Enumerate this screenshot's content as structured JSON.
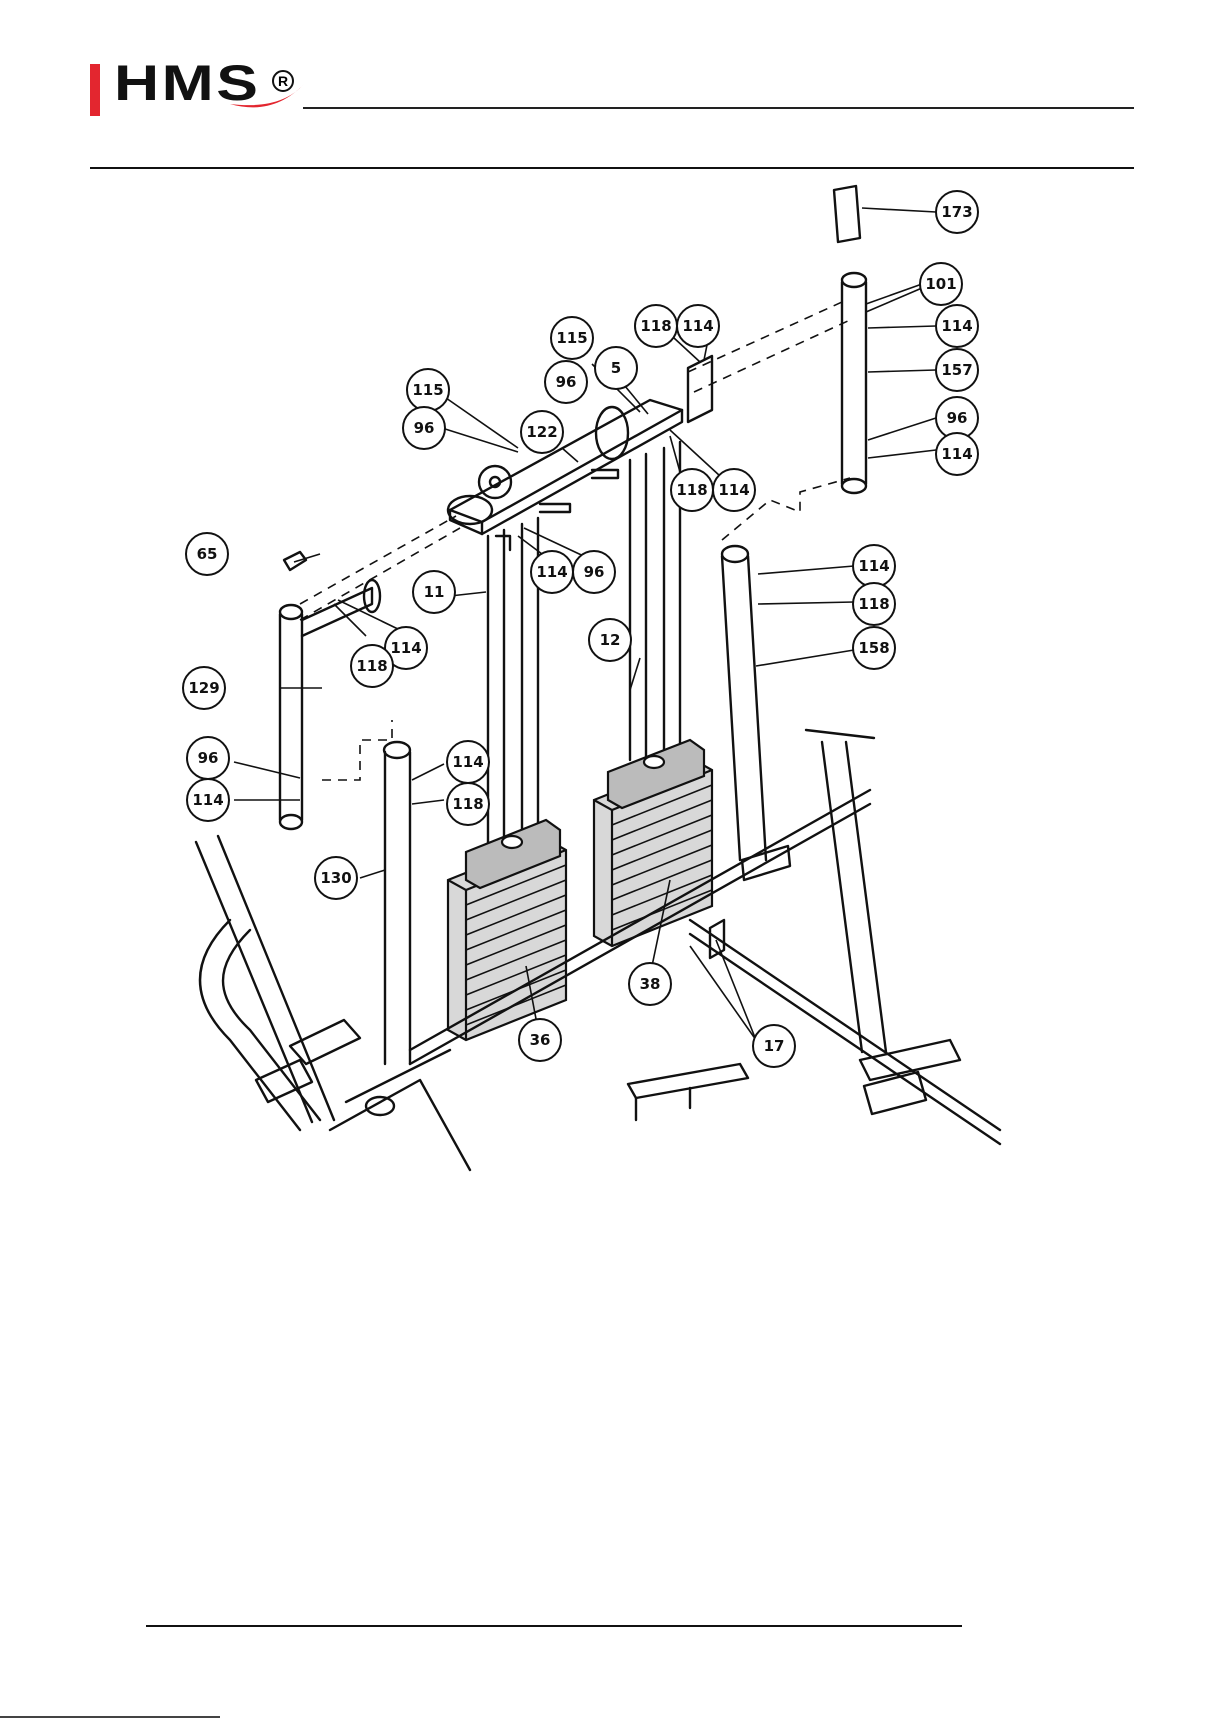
{
  "brand": {
    "logo_text": "HMS",
    "registered_mark": "R",
    "accent": "#e3262f"
  },
  "callouts": {
    "p173": "173",
    "p101": "101",
    "p114a": "114",
    "p157": "157",
    "p96a": "96",
    "p114b": "114",
    "p118a": "118",
    "p114c": "114",
    "p115a": "115",
    "p5": "5",
    "p96b": "96",
    "p115b": "115",
    "p96c": "96",
    "p122": "122",
    "p118b": "118",
    "p114d": "114",
    "p114e": "114",
    "p96d": "96",
    "p65": "65",
    "p11": "11",
    "p114f": "114",
    "p118c": "118",
    "p129": "129",
    "p12": "12",
    "p114g": "114",
    "p118d": "118",
    "p158": "158",
    "p96e": "96",
    "p114h": "114",
    "p114i": "114",
    "p118e": "118",
    "p130": "130",
    "p38": "38",
    "p36": "36",
    "p17": "17"
  }
}
